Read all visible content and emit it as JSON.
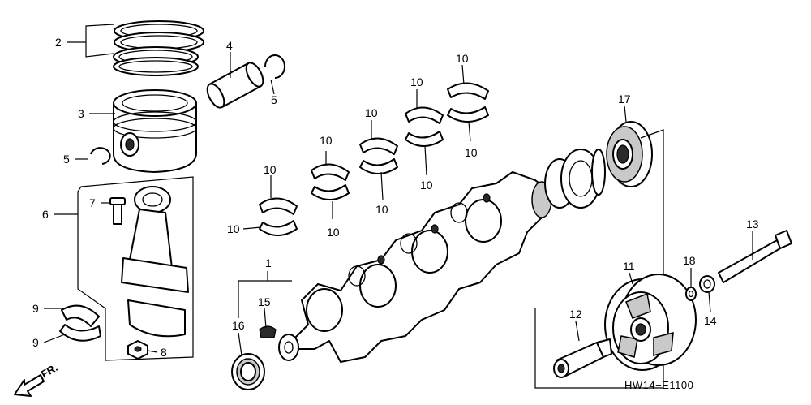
{
  "diagram": {
    "code": "HW14−E1100",
    "direction_label": "FR.",
    "callouts": {
      "c1": "1",
      "c2": "2",
      "c3": "3",
      "c4": "4",
      "c5a": "5",
      "c5b": "5",
      "c6": "6",
      "c7": "7",
      "c8": "8",
      "c9a": "9",
      "c9b": "9",
      "c10a": "10",
      "c10b": "10",
      "c10c": "10",
      "c10d": "10",
      "c10e": "10",
      "c10f": "10",
      "c10g": "10",
      "c10h": "10",
      "c10i": "10",
      "c10j": "10",
      "c11": "11",
      "c12": "12",
      "c13": "13",
      "c14": "14",
      "c15": "15",
      "c16": "16",
      "c17": "17",
      "c18": "18"
    }
  }
}
